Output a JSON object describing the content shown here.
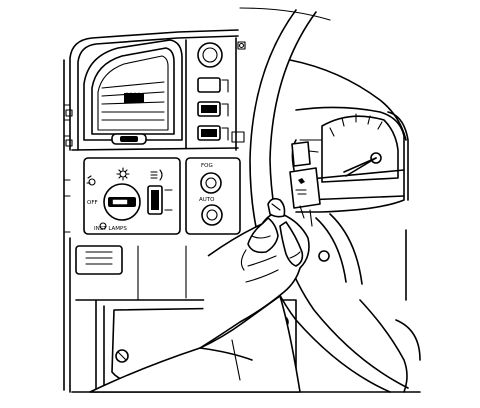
{
  "illustration": {
    "switch_labels": {
      "headlamp_off": "OFF",
      "fog": "FOG",
      "auto": "AUTO",
      "inst_lamps": "INST LAMPS"
    }
  }
}
